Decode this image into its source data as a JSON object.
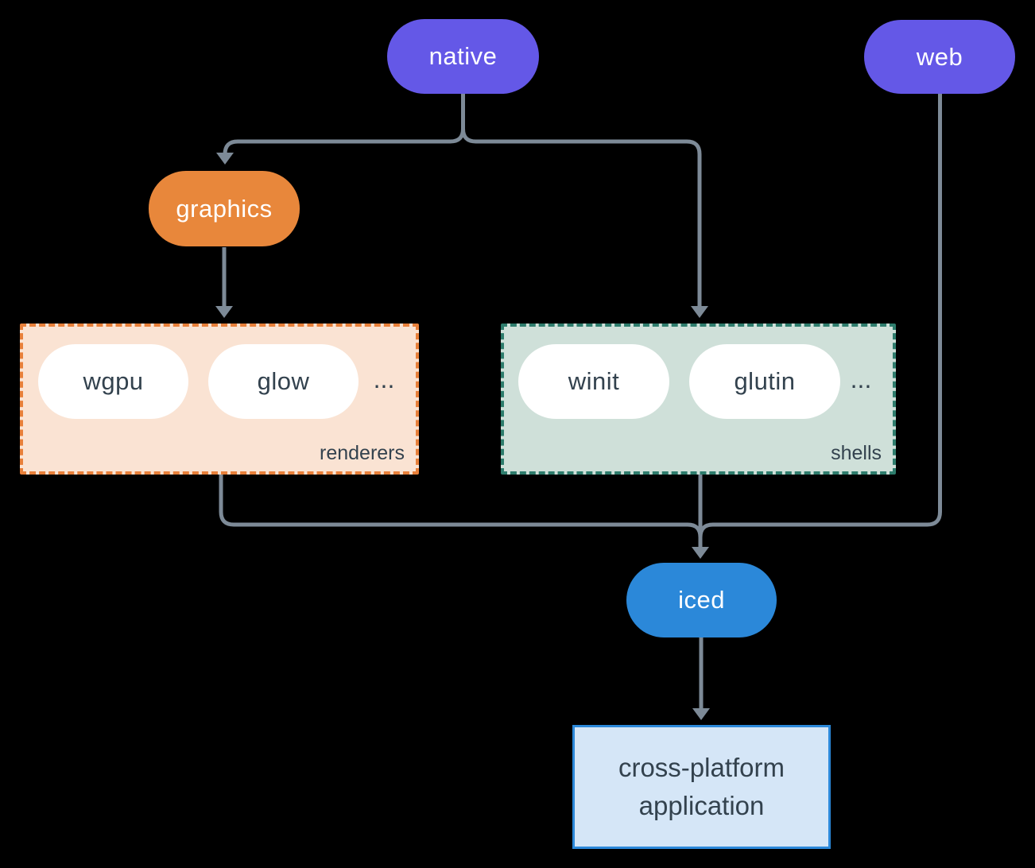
{
  "canvas": {
    "background": "#000000"
  },
  "colors": {
    "node_purple": "#6458e7",
    "node_orange": "#e8873b",
    "node_blue": "#2b88d9",
    "edge_gray": "#7d8a97",
    "renderers_bg": "#fae3d3",
    "renderers_border": "#e8803a",
    "shells_bg": "#cfe0d9",
    "shells_border": "#2e7d6d",
    "app_bg": "#d5e6f7",
    "app_border": "#2b88d9",
    "dark_text": "#33424e"
  },
  "nodes": {
    "native": "native",
    "web": "web",
    "graphics": "graphics",
    "iced": "iced"
  },
  "groups": {
    "renderers": {
      "label": "renderers",
      "items": [
        "wgpu",
        "glow"
      ],
      "more": "..."
    },
    "shells": {
      "label": "shells",
      "items": [
        "winit",
        "glutin"
      ],
      "more": "..."
    }
  },
  "app_box": {
    "line1": "cross-platform",
    "line2": "application"
  }
}
